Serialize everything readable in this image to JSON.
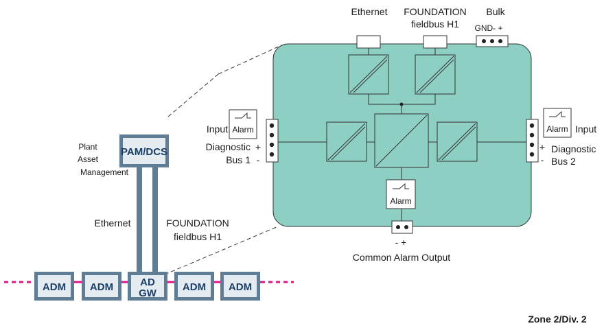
{
  "colors": {
    "module_fill": "#8ecfc3",
    "device_border": "#5f7e96",
    "device_fill": "#e4ecf2",
    "bus_line": "#e0158c",
    "trunk": "#5f7e96"
  },
  "top_labels": {
    "ethernet": "Ethernet",
    "foundation_line1": "FOUNDATION",
    "foundation_line2": "fieldbus H1",
    "bulk": "Bulk",
    "gnd_minus_plus": "GND- +"
  },
  "left_port": {
    "input": "Input",
    "alarm": "Alarm",
    "diagnostic": "Diagnostic",
    "plus": "+",
    "bus": "Bus 1",
    "minus": "-"
  },
  "right_port": {
    "input": "Input",
    "alarm": "Alarm",
    "diagnostic": "Diagnostic",
    "plus": "+",
    "bus": "Bus 2",
    "minus": "-"
  },
  "center_alarm": "Alarm",
  "common_alarm": {
    "minus_plus": "- +",
    "label": "Common Alarm Output"
  },
  "pam": {
    "box_label": "PAM/DCS",
    "caption_line1": "Plant",
    "caption_line2": "Asset",
    "caption_line3": "Management"
  },
  "trunk_labels": {
    "ethernet": "Ethernet",
    "foundation_line1": "FOUNDATION",
    "foundation_line2": "fieldbus H1"
  },
  "devices": [
    {
      "label": "ADM"
    },
    {
      "label": "ADM"
    },
    {
      "label_line1": "AD",
      "label_line2": "GW"
    },
    {
      "label": "ADM"
    },
    {
      "label": "ADM"
    }
  ],
  "zone": "Zone 2/Div. 2"
}
